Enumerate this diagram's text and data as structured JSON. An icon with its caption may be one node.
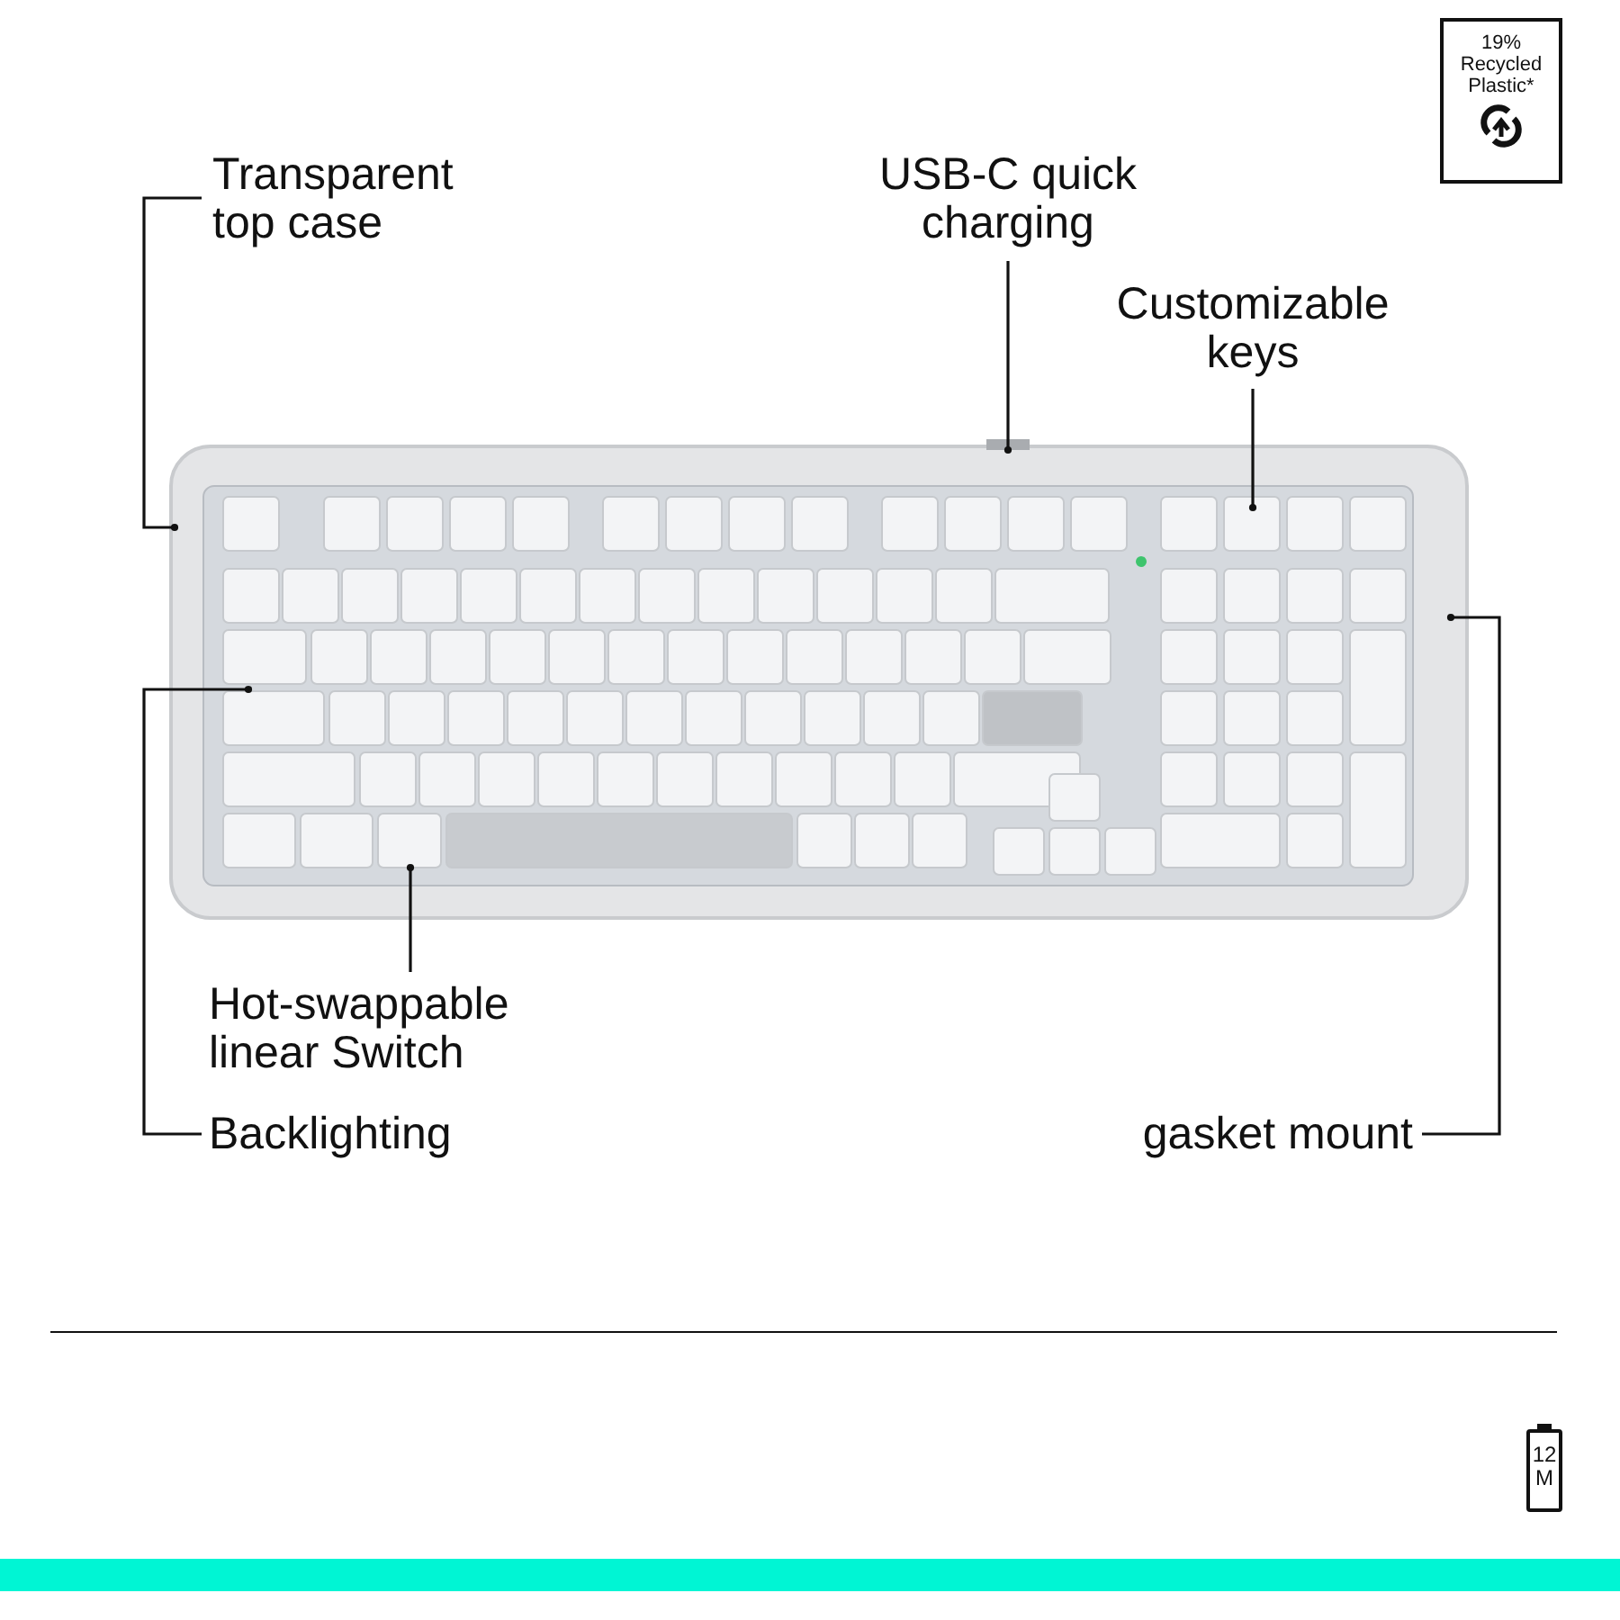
{
  "diagram": {
    "nodes": [
      {
        "text": [],
        "shape": "picture"
      },
      {
        "text": [
          "Transparent top case"
        ]
      },
      {
        "text": [
          "USB-C quick charging"
        ]
      },
      {
        "text": [
          "Customizable keys"
        ]
      },
      {
        "text": [
          "Hot-swappable linear Switch"
        ]
      },
      {
        "text": [
          "Backlighting"
        ]
      },
      {
        "text": [
          "gasket mount"
        ]
      },
      {
        "text": [
          "19% Recycled Plastic*"
        ]
      },
      {
        "text": [
          "12 M"
        ]
      }
    ],
    "edges": [
      {
        "from": 1,
        "to": 0,
        "arrow": "other"
      },
      {
        "from": 2,
        "to": 0,
        "arrow": "other"
      },
      {
        "from": 3,
        "to": 0,
        "arrow": "other"
      },
      {
        "from": 4,
        "to": 0,
        "arrow": "other"
      },
      {
        "from": 5,
        "to": 0,
        "arrow": "other"
      },
      {
        "from": 6,
        "to": 0,
        "arrow": "other"
      }
    ]
  }
}
